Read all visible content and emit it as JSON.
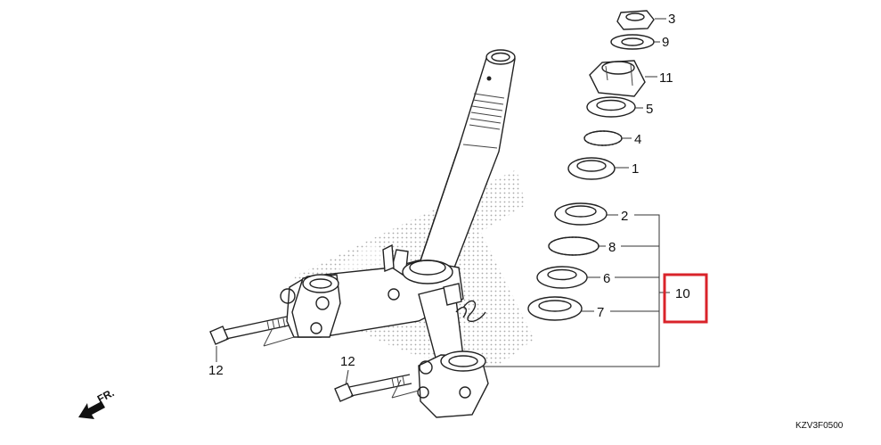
{
  "callouts": {
    "c3": "3",
    "c9": "9",
    "c11": "11",
    "c5": "5",
    "c4": "4",
    "c1": "1",
    "c2": "2",
    "c8": "8",
    "c6": "6",
    "c7": "7",
    "c10": "10",
    "c12a": "12",
    "c12b": "12"
  },
  "direction_label": "FR.",
  "diagram_code": "KZV3F0500",
  "highlight_color": "#d9232a"
}
